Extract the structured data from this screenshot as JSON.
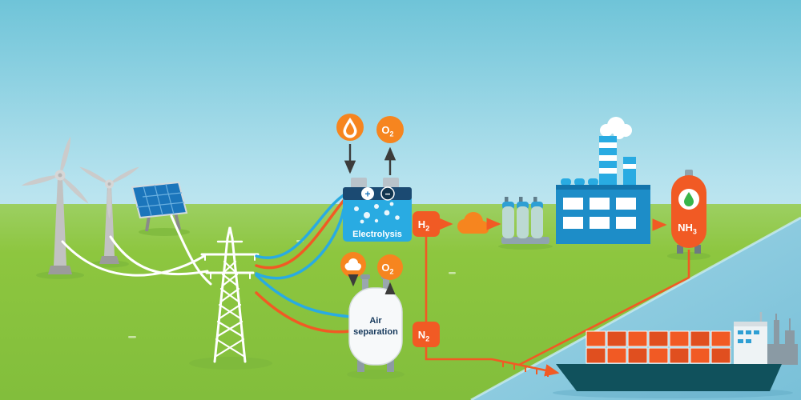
{
  "electrolysis": {
    "label": "Electrolysis",
    "plus": "+",
    "minus": "−"
  },
  "air_separation": {
    "label_line1": "Air",
    "label_line2": "separation"
  },
  "badges": {
    "hydrogen": {
      "symbol": "H",
      "subscript": "2"
    },
    "nitrogen": {
      "symbol": "N",
      "subscript": "2"
    },
    "oxygen": {
      "symbol": "O",
      "subscript": "2"
    },
    "ammonia": {
      "symbol": "NH",
      "subscript": "3"
    }
  },
  "icons": {
    "water_droplet": "droplet-icon",
    "air_cloud": "cloud-icon",
    "storage_cloud": "cloud-icon",
    "green_droplet": "droplet-icon"
  },
  "colors": {
    "flow_orange": "#f15a24",
    "badge_orange": "#f6851f",
    "electrolysis_blue": "#29abe2",
    "factory_blue": "#1d8dc8",
    "grass_green": "#8dc63f",
    "sky_blue": "#7cc9dd",
    "water_blue": "#84c9de",
    "dark_arrow": "#3c3c3b",
    "droplet_green": "#39b54a",
    "turbine_gray": "#c6c6c6",
    "tank_white": "#f7f9fa",
    "ship_hull": "#10515c"
  }
}
